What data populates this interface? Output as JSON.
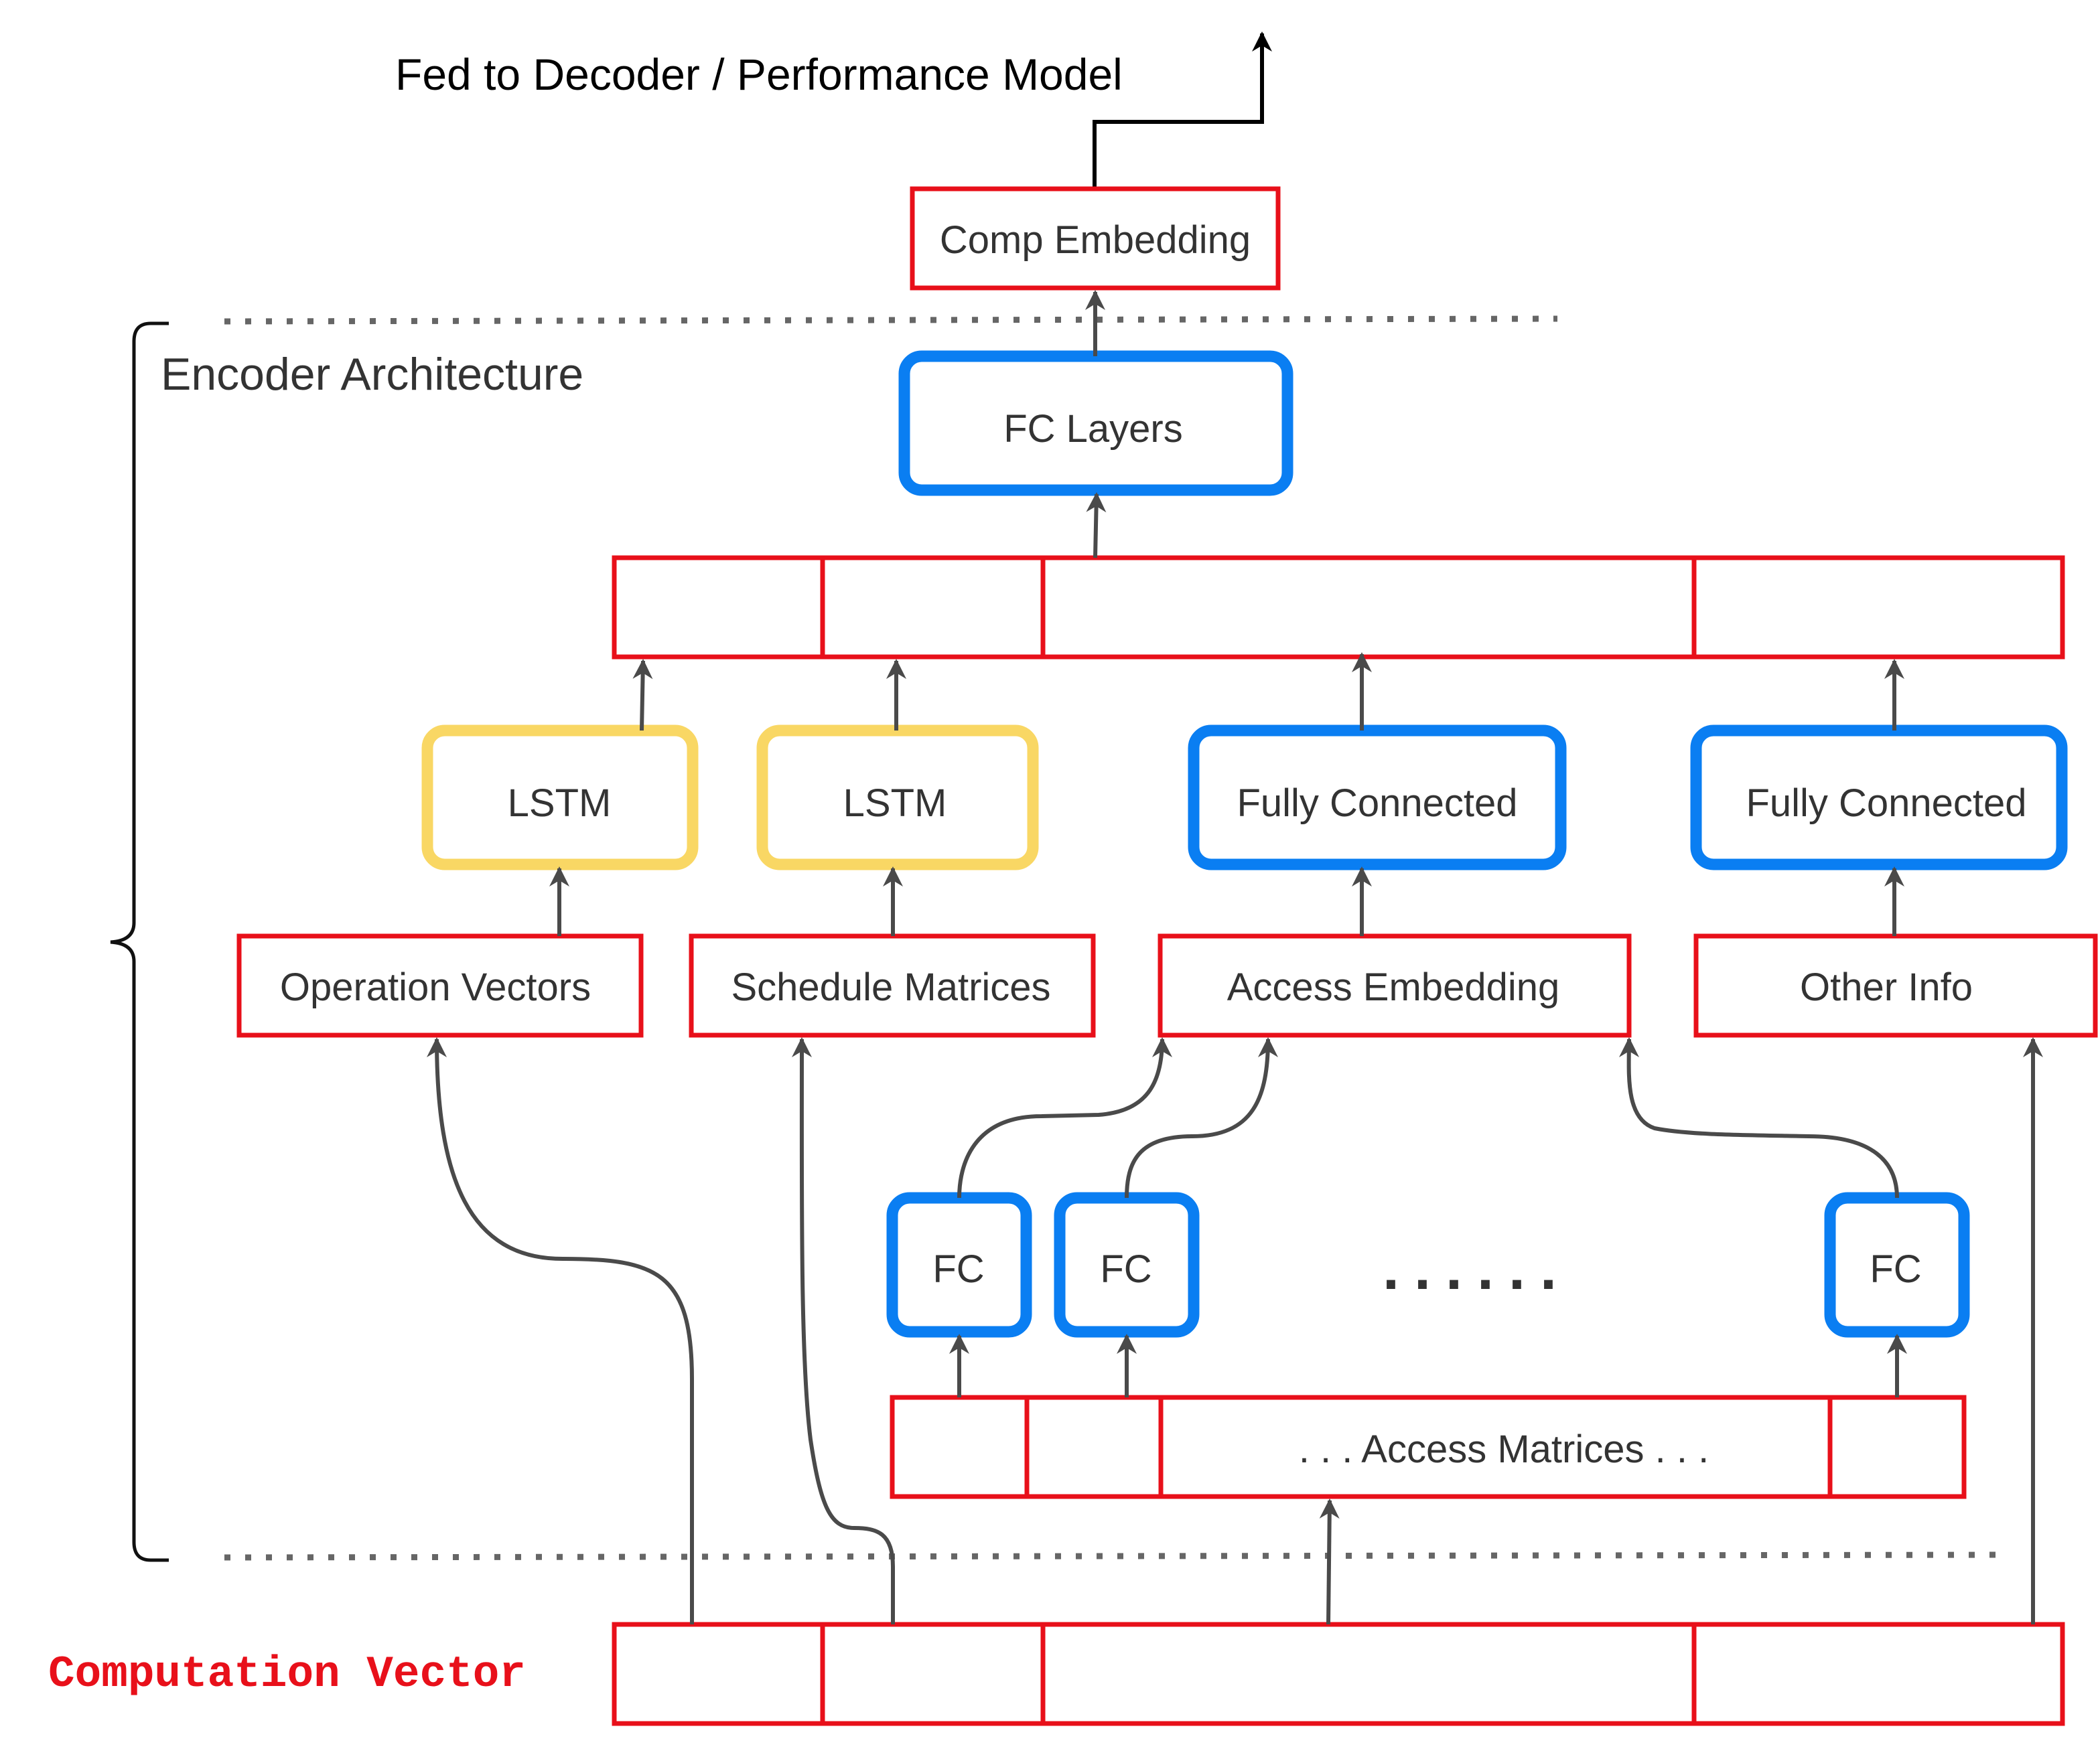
{
  "title": "Fed to Decoder / Performance Model",
  "section_label": "Encoder Architecture",
  "input_label": "Computation Vector",
  "colors": {
    "red_box": "#e8101a",
    "blue_box": "#0a7ef2",
    "yellow_box": "#f9d764",
    "arrow": "#4a4a4a"
  },
  "nodes": {
    "comp_embedding": "Comp Embedding",
    "fc_layers": "FC Layers",
    "lstm_1": "LSTM",
    "lstm_2": "LSTM",
    "fully_connected_1": "Fully Connected",
    "fully_connected_2": "Fully Connected",
    "operation_vectors": "Operation Vectors",
    "schedule_matrices": "Schedule Matrices",
    "access_embedding": "Access Embedding",
    "other_info": "Other Info",
    "fc_1": "FC",
    "fc_2": "FC",
    "fc_3": "FC",
    "ellipsis": "......",
    "access_matrices": ". . . Access Matrices . . ."
  }
}
